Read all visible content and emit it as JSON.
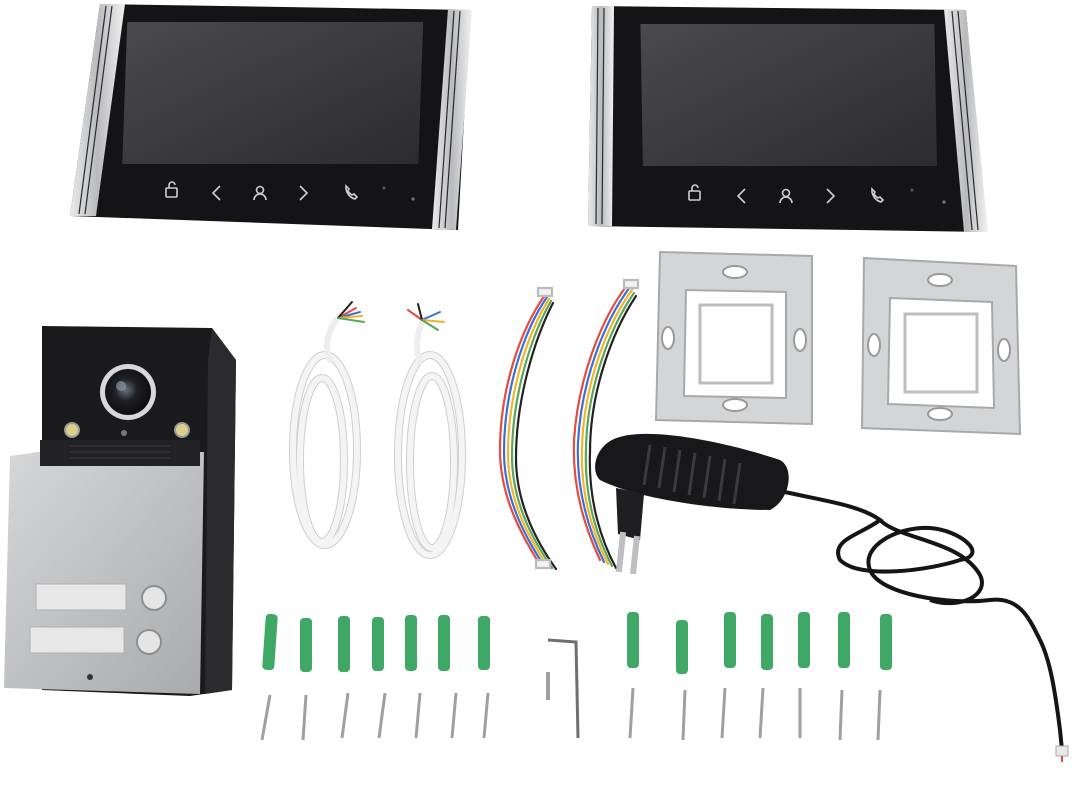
{
  "scene": {
    "background": "#ffffff",
    "items": [
      {
        "kind": "indoor-monitor",
        "count": 2
      },
      {
        "kind": "outdoor-doorbell-camera",
        "count": 1
      },
      {
        "kind": "white-connection-cable",
        "count": 2
      },
      {
        "kind": "colored-wire-harness",
        "count": 2
      },
      {
        "kind": "metal-mounting-bracket",
        "count": 2
      },
      {
        "kind": "power-adapter-eu-plug",
        "count": 1
      },
      {
        "kind": "green-wall-anchor",
        "count": 14
      },
      {
        "kind": "screw",
        "count": 14
      },
      {
        "kind": "allen-key",
        "count": 1
      },
      {
        "kind": "small-set-screw",
        "count": 1
      }
    ],
    "monitor_buttons": [
      "unlock-icon",
      "left-arrow-icon",
      "user-icon",
      "right-arrow-icon",
      "phone-icon"
    ],
    "colors": {
      "monitor_body": "#1c1c1e",
      "monitor_screen": "#3a3a3c",
      "monitor_trim": "#c9cacc",
      "doorbell_panel": "#c3c4c6",
      "anchor_green": "#3fa866",
      "bracket": "#d4d5d6",
      "cable_white": "#f3f3f3",
      "adapter": "#18181a"
    }
  }
}
